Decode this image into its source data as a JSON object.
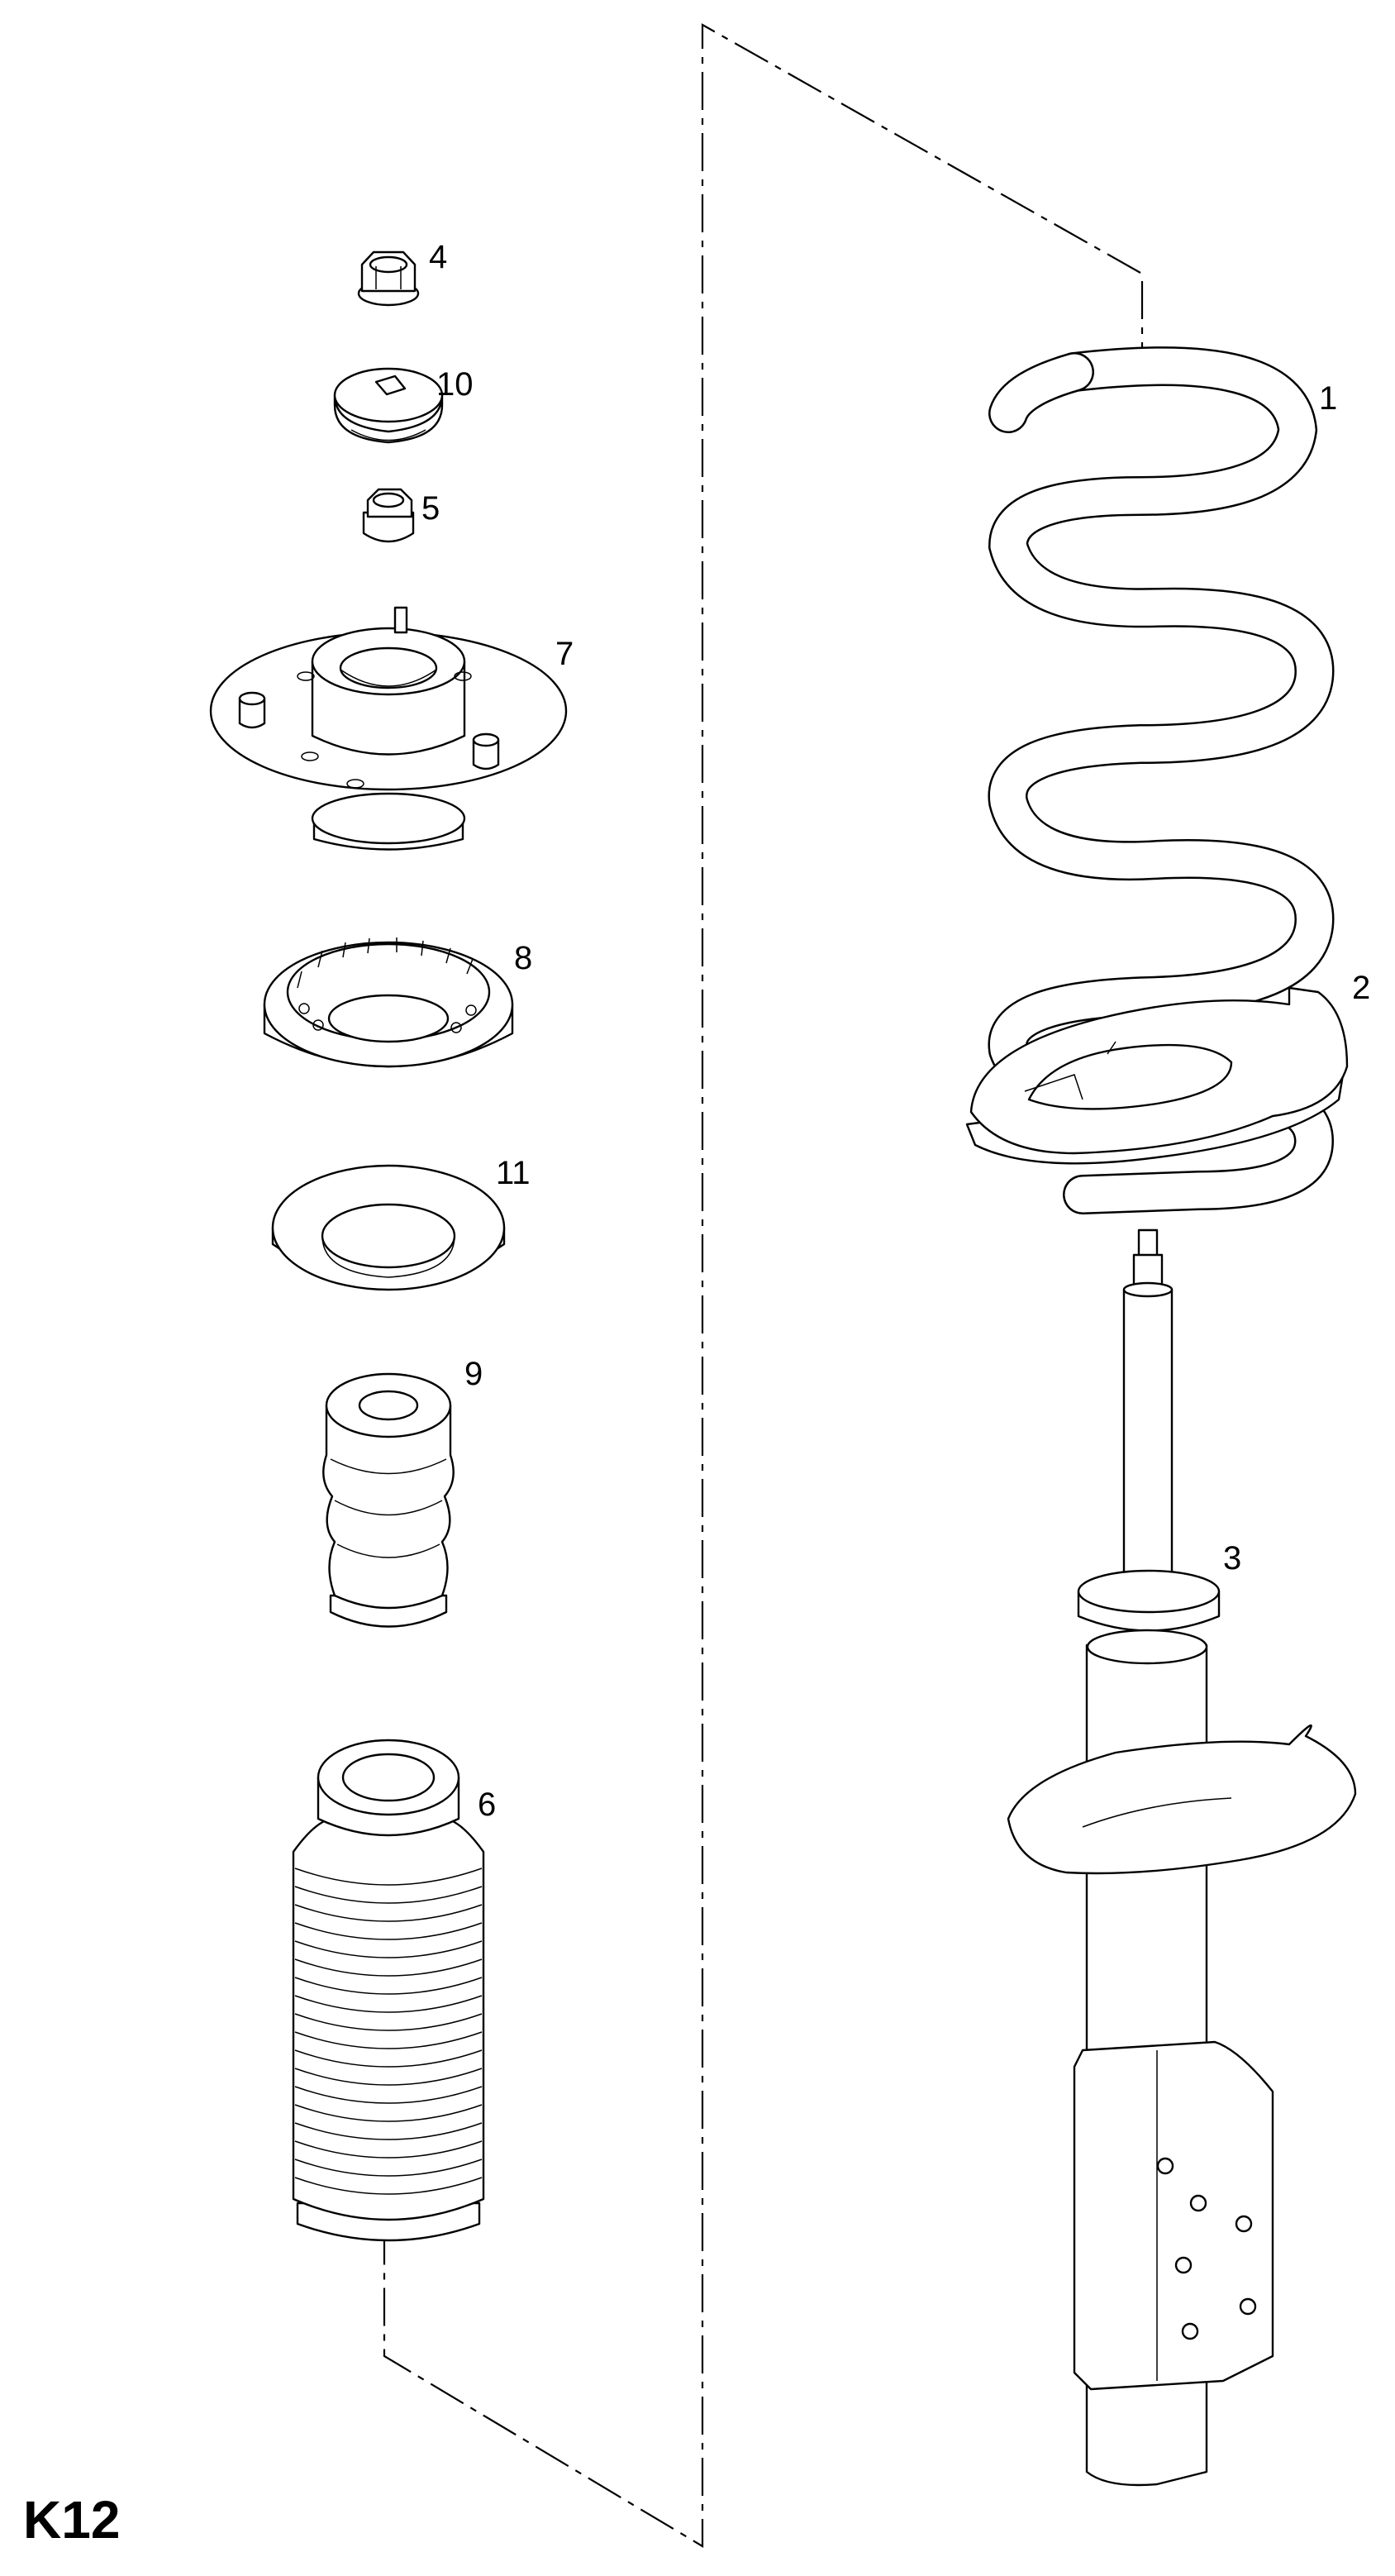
{
  "diagram_code": "K12",
  "parts": [
    {
      "id": "part-1",
      "label": "1"
    },
    {
      "id": "part-2",
      "label": "2"
    },
    {
      "id": "part-3",
      "label": "3"
    },
    {
      "id": "part-4",
      "label": "4"
    },
    {
      "id": "part-5",
      "label": "5"
    },
    {
      "id": "part-6",
      "label": "6"
    },
    {
      "id": "part-7",
      "label": "7"
    },
    {
      "id": "part-8",
      "label": "8"
    },
    {
      "id": "part-9",
      "label": "9"
    },
    {
      "id": "part-10",
      "label": "10"
    },
    {
      "id": "part-11",
      "label": "11"
    }
  ]
}
